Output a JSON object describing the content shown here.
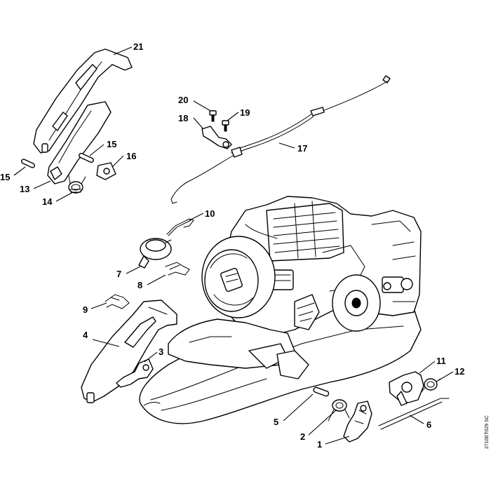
{
  "diagram": {
    "reference_code": "2710ET029 SC",
    "callouts": {
      "c1": "1",
      "c2": "2",
      "c3": "3",
      "c4": "4",
      "c5": "5",
      "c6": "6",
      "c7": "7",
      "c8": "8",
      "c9": "9",
      "c10": "10",
      "c11": "11",
      "c12": "12",
      "c13": "13",
      "c14": "14",
      "c15a": "15",
      "c15b": "15",
      "c16": "16",
      "c17": "17",
      "c18": "18",
      "c19": "19",
      "c20": "20",
      "c21": "21"
    }
  }
}
